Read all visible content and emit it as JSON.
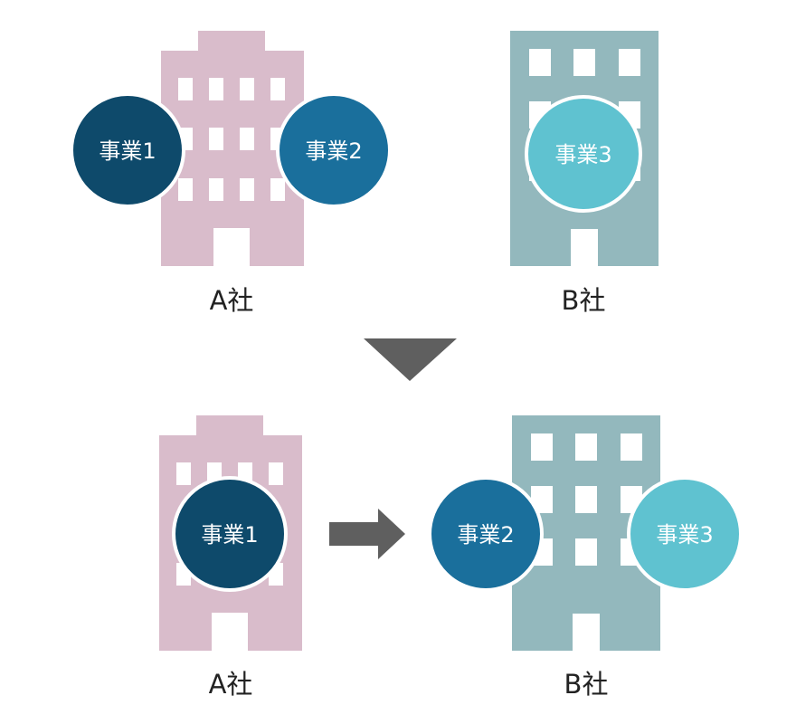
{
  "colors": {
    "building_a": "#d9bccb",
    "building_b": "#93b8bd",
    "biz1": "#0e4a6b",
    "biz2": "#1a6f9c",
    "biz3": "#5fc2d0",
    "arrow": "#5f5f5f",
    "window": "#ffffff"
  },
  "before": {
    "company_a_label": "A社",
    "company_b_label": "B社",
    "business_1": "事業1",
    "business_2": "事業2",
    "business_3": "事業3"
  },
  "after": {
    "company_a_label": "A社",
    "company_b_label": "B社",
    "business_1": "事業1",
    "business_2": "事業2",
    "business_3": "事業3"
  }
}
